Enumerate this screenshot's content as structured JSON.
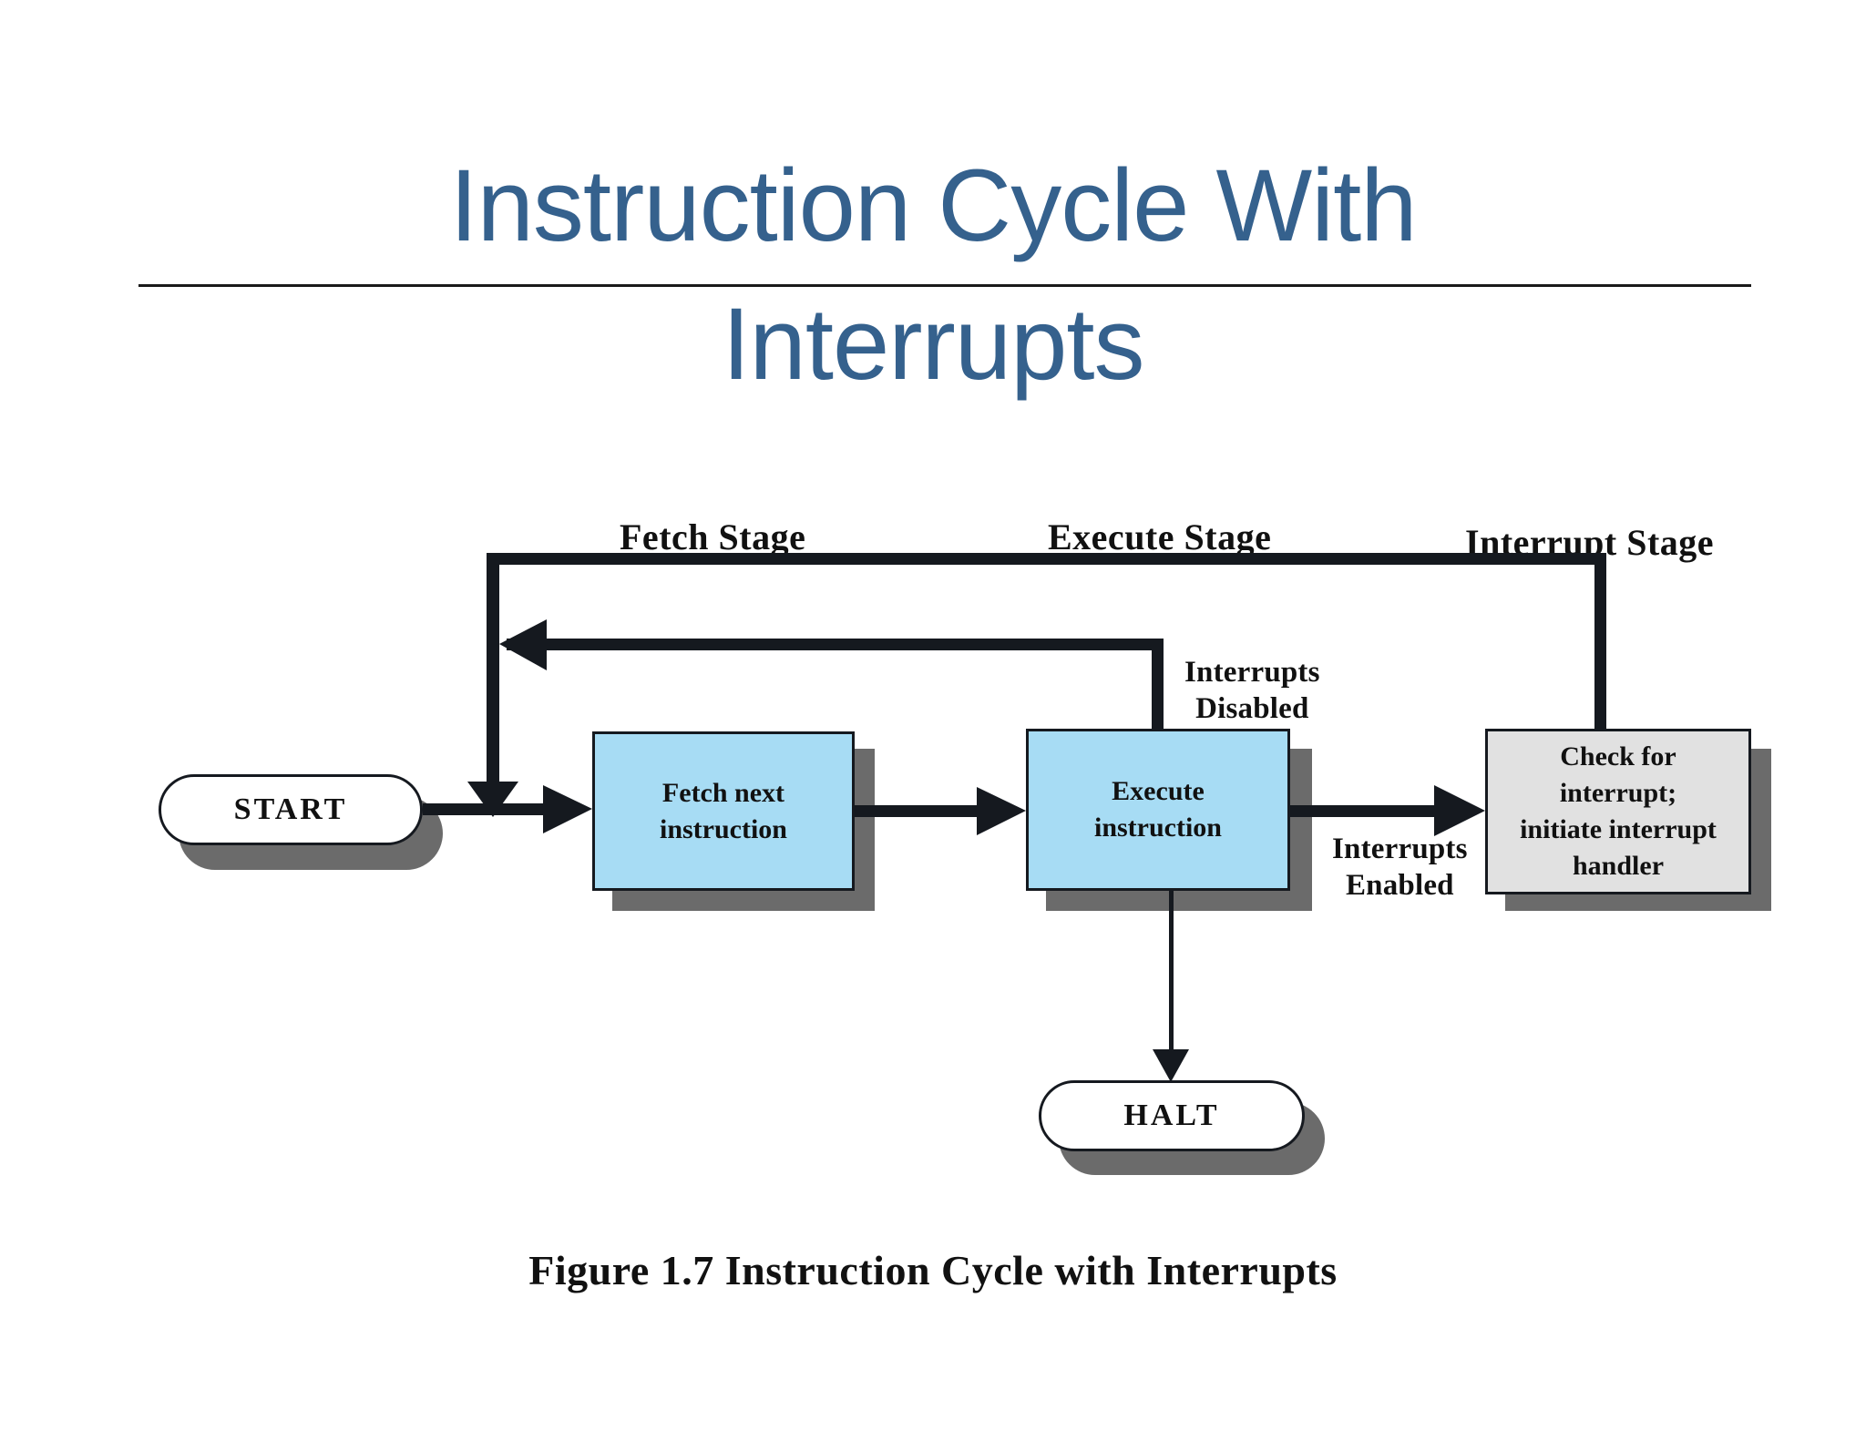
{
  "slide": {
    "title": "Instruction Cycle With\nInterrupts",
    "title_color": "#35618D",
    "background_color": "#FFFFFF"
  },
  "figure": {
    "caption": "Figure 1.7  Instruction Cycle with Interrupts",
    "stage_labels": [
      {
        "id": "fetch-stage",
        "text": "Fetch Stage"
      },
      {
        "id": "execute-stage",
        "text": "Execute Stage"
      },
      {
        "id": "interrupt-stage",
        "text": "Interrupt Stage"
      }
    ],
    "nodes": [
      {
        "id": "start",
        "text": "START",
        "shape": "terminator",
        "fill": "#FFFFFF"
      },
      {
        "id": "fetch-next-instruction",
        "text": "Fetch next\ninstruction",
        "shape": "process",
        "fill": "#A7DCF4"
      },
      {
        "id": "execute-instruction",
        "text": "Execute\ninstruction",
        "shape": "process",
        "fill": "#A7DCF4"
      },
      {
        "id": "check-for-interrupt",
        "text": "Check for\ninterrupt;\ninitiate interrupt\nhandler",
        "shape": "process",
        "fill": "#E1E1E1"
      },
      {
        "id": "halt",
        "text": "HALT",
        "shape": "terminator",
        "fill": "#FFFFFF"
      }
    ],
    "edge_labels": [
      {
        "id": "interrupts-disabled",
        "text": "Interrupts\nDisabled"
      },
      {
        "id": "interrupts-enabled",
        "text": "Interrupts\nEnabled"
      }
    ],
    "line_color": "#15191F",
    "shadow_color": "#6B6B6B"
  }
}
